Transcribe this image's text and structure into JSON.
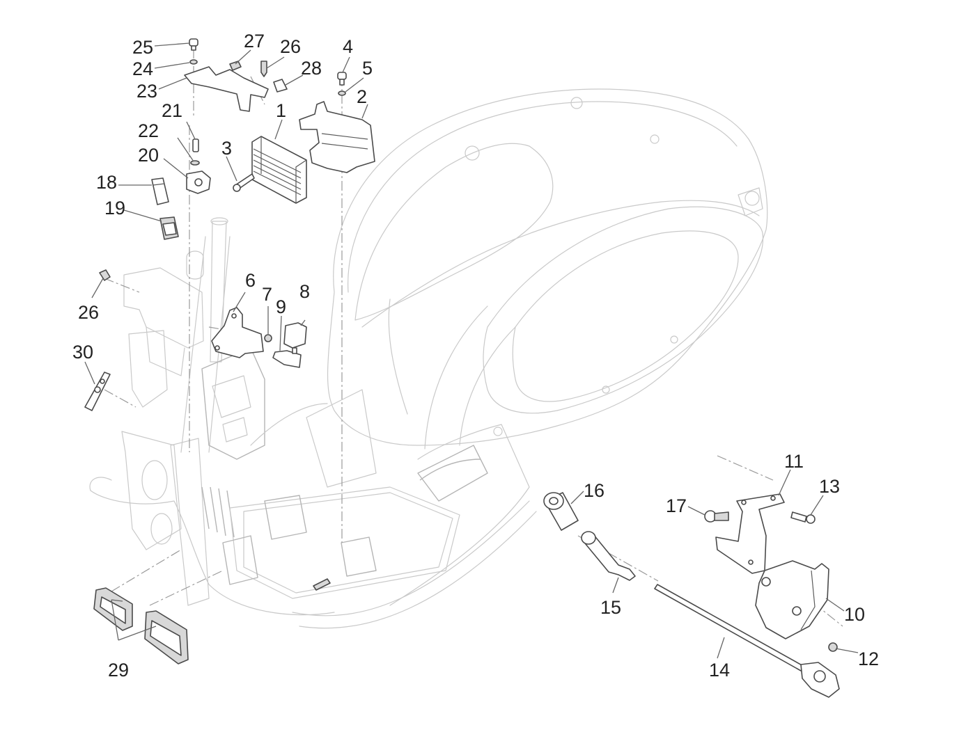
{
  "diagram": {
    "type": "exploded-parts-diagram",
    "subject": "scooter frame / body with electrical and side-stand components",
    "line_color": "#4a4a4a",
    "frame_line_color": "#c9c9c9",
    "background": "#ffffff",
    "callouts": [
      {
        "id": "1",
        "label": "1",
        "part": "voltage-regulator"
      },
      {
        "id": "2",
        "label": "2",
        "part": "regulator-bracket"
      },
      {
        "id": "3",
        "label": "3",
        "part": "screw"
      },
      {
        "id": "4",
        "label": "4",
        "part": "screw"
      },
      {
        "id": "5",
        "label": "5",
        "part": "washer"
      },
      {
        "id": "6",
        "label": "6",
        "part": "mounting-plate"
      },
      {
        "id": "7",
        "label": "7",
        "part": "washer"
      },
      {
        "id": "8",
        "label": "8",
        "part": "relay"
      },
      {
        "id": "9",
        "label": "9",
        "part": "connector"
      },
      {
        "id": "10",
        "label": "10",
        "part": "side-stand-bracket"
      },
      {
        "id": "11",
        "label": "11",
        "part": "support-bracket"
      },
      {
        "id": "12",
        "label": "12",
        "part": "nut"
      },
      {
        "id": "13",
        "label": "13",
        "part": "bolt"
      },
      {
        "id": "14",
        "label": "14",
        "part": "rod"
      },
      {
        "id": "15",
        "label": "15",
        "part": "bushing-pin"
      },
      {
        "id": "16",
        "label": "16",
        "part": "spacer"
      },
      {
        "id": "17",
        "label": "17",
        "part": "clip-screw"
      },
      {
        "id": "18",
        "label": "18",
        "part": "rubber-holder"
      },
      {
        "id": "19",
        "label": "19",
        "part": "rubber-cap"
      },
      {
        "id": "20",
        "label": "20",
        "part": "clamp"
      },
      {
        "id": "21",
        "label": "21",
        "part": "screw"
      },
      {
        "id": "22",
        "label": "22",
        "part": "washer"
      },
      {
        "id": "23",
        "label": "23",
        "part": "bracket"
      },
      {
        "id": "24",
        "label": "24",
        "part": "screw"
      },
      {
        "id": "25",
        "label": "25",
        "part": "washer"
      },
      {
        "id": "26a",
        "label": "26",
        "part": "clip"
      },
      {
        "id": "26b",
        "label": "26",
        "part": "clip"
      },
      {
        "id": "27",
        "label": "27",
        "part": "clip"
      },
      {
        "id": "28",
        "label": "28",
        "part": "spring-nut"
      },
      {
        "id": "29",
        "label": "29",
        "part": "gaskets"
      },
      {
        "id": "30",
        "label": "30",
        "part": "cover-plate"
      }
    ]
  }
}
